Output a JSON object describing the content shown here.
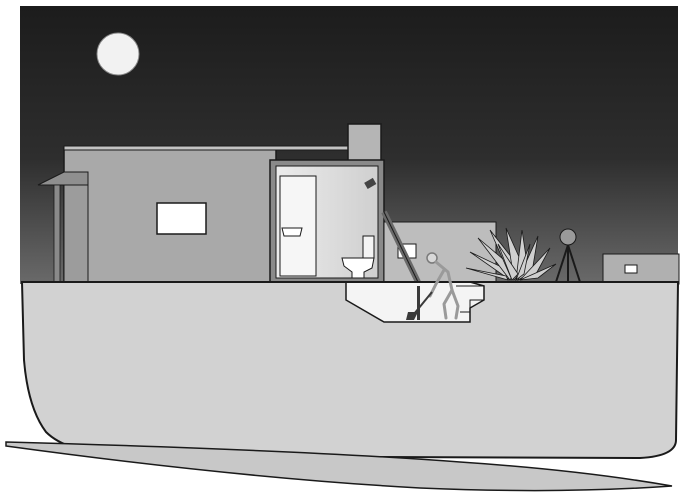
{
  "scene": {
    "kind": "cross-section illustration",
    "time_of_day": "night",
    "colors": {
      "sky_top": "#1c1c1c",
      "sky_bottom": "#6a6a6a",
      "ground": "#d2d2d2",
      "house": "#a9a9a9",
      "house_light": "#c3c3c3",
      "bathroom_wall": "#e0e0e0",
      "moon": "#f2f2f2",
      "outline": "#1a1a1a"
    },
    "elements": [
      "moon",
      "house",
      "chimney",
      "bathroom-cutaway",
      "toilet",
      "sink",
      "basement-pit",
      "figure-digging",
      "shovel",
      "agave-plant",
      "tripod-lamp",
      "neighbor-house",
      "ground-cross-section"
    ]
  }
}
